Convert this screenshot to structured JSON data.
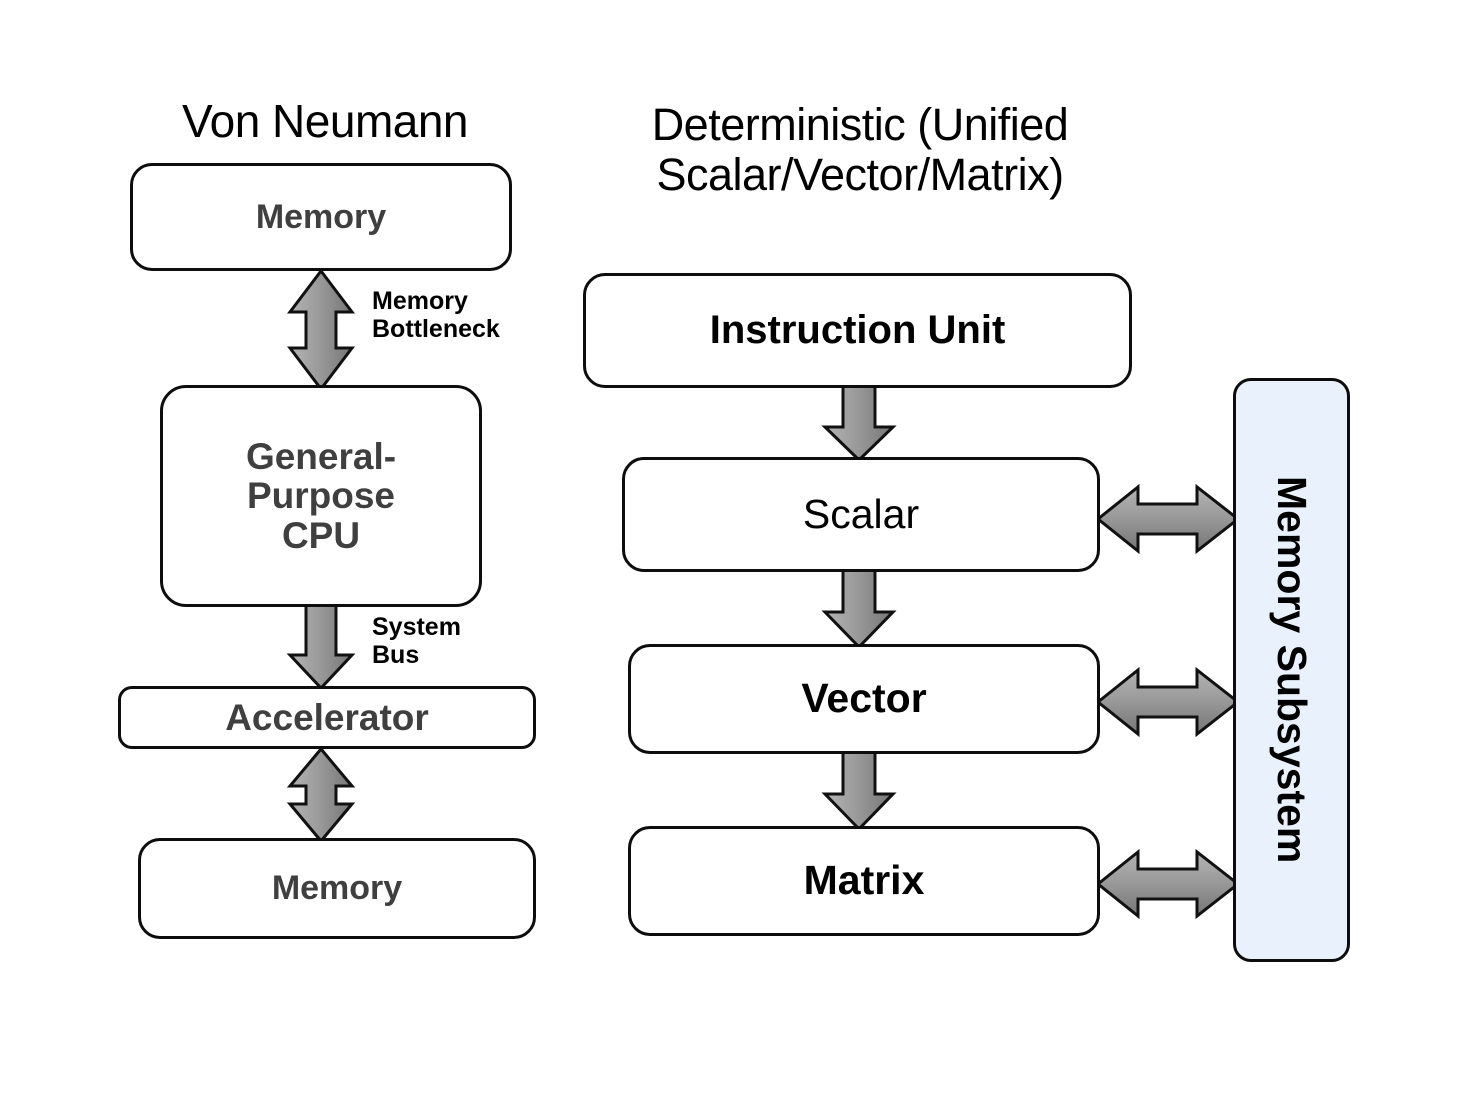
{
  "diagram": {
    "title_left": "Von Neumann",
    "title_right": "Deterministic (Unified Scalar/Vector/Matrix)",
    "background_color": "#ffffff",
    "box_border_color": "#0d0d0d",
    "arrow_fill_color": "#8c8c8c",
    "memory_subsystem_fill": "#e9f2fc",
    "vn_text_color": "#3f3f3f"
  },
  "von_neumann": {
    "title": "Von Neumann",
    "nodes": [
      {
        "id": "memory-top",
        "label": "Memory"
      },
      {
        "id": "cpu",
        "label": "General-\nPurpose\nCPU"
      },
      {
        "id": "accelerator",
        "label": "Accelerator"
      },
      {
        "id": "memory-bot",
        "label": "Memory"
      }
    ],
    "connections": [
      {
        "from": "memory-top",
        "to": "cpu",
        "type": "bidirectional",
        "label": "Memory\nBottleneck"
      },
      {
        "from": "cpu",
        "to": "accelerator",
        "type": "unidirectional",
        "label": "System\nBus"
      },
      {
        "from": "accelerator",
        "to": "memory-bot",
        "type": "bidirectional",
        "label": ""
      }
    ]
  },
  "deterministic": {
    "title": "Deterministic (Unified Scalar/Vector/Matrix)",
    "title_line_1": "Deterministic (Unified",
    "title_line_2": "Scalar/Vector/Matrix)",
    "nodes": [
      {
        "id": "instruction-unit",
        "label": "Instruction Unit"
      },
      {
        "id": "scalar",
        "label": "Scalar"
      },
      {
        "id": "vector",
        "label": "Vector"
      },
      {
        "id": "matrix",
        "label": "Matrix"
      },
      {
        "id": "memory-subsystem",
        "label": "Memory Subsystem"
      }
    ],
    "connections": [
      {
        "from": "instruction-unit",
        "to": "scalar",
        "type": "unidirectional",
        "label": ""
      },
      {
        "from": "scalar",
        "to": "vector",
        "type": "unidirectional",
        "label": ""
      },
      {
        "from": "vector",
        "to": "matrix",
        "type": "unidirectional",
        "label": ""
      },
      {
        "from": "scalar",
        "to": "memory-subsystem",
        "type": "bidirectional",
        "label": ""
      },
      {
        "from": "vector",
        "to": "memory-subsystem",
        "type": "bidirectional",
        "label": ""
      },
      {
        "from": "matrix",
        "to": "memory-subsystem",
        "type": "bidirectional",
        "label": ""
      }
    ]
  },
  "labels": {
    "memory_bottleneck": "Memory\nBottleneck",
    "system_bus": "System\nBus"
  }
}
